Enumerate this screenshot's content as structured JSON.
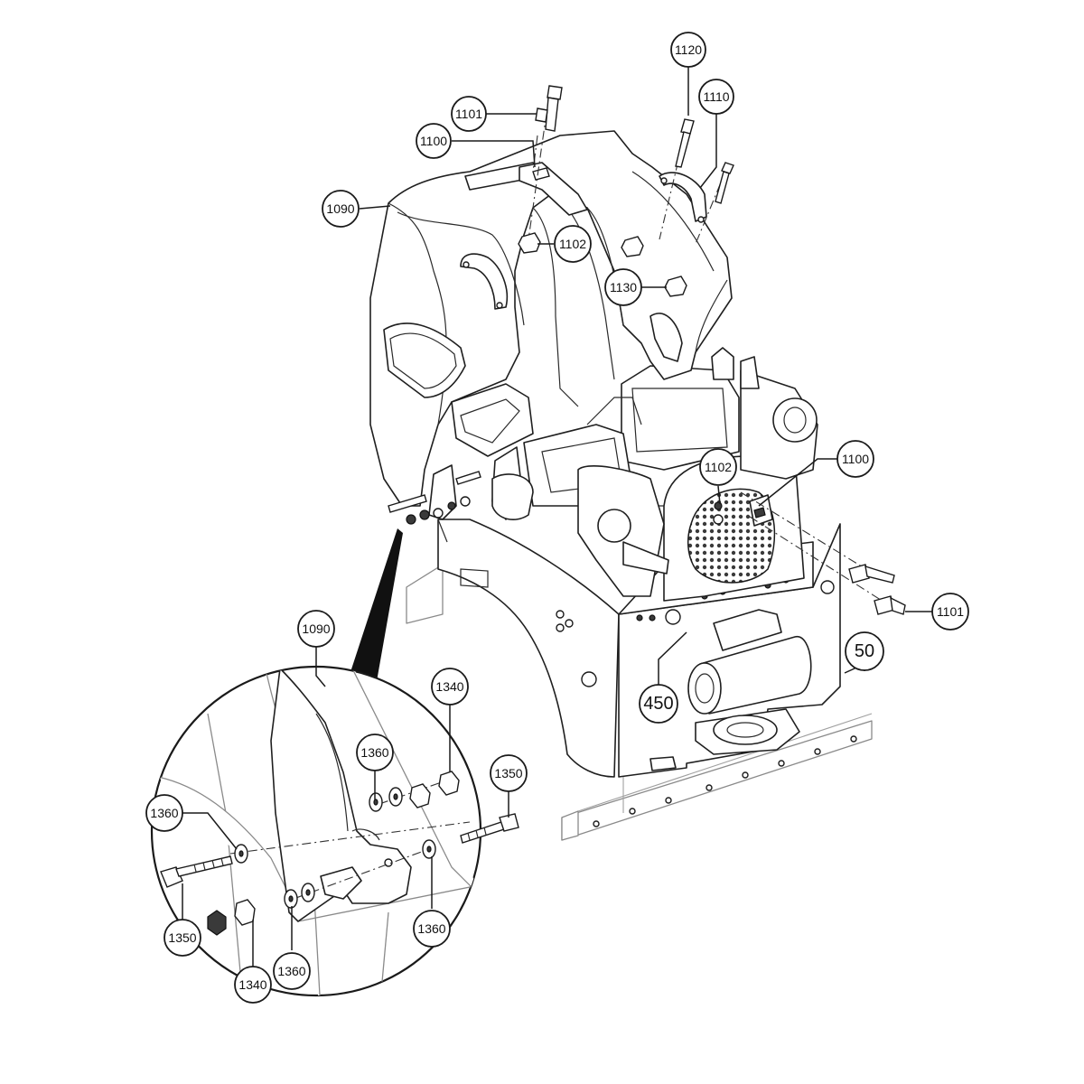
{
  "callouts": [
    {
      "id": "c1120a",
      "label": "1120"
    },
    {
      "id": "c1110",
      "label": "1110"
    },
    {
      "id": "c1101a",
      "label": "1101"
    },
    {
      "id": "c1100a",
      "label": "1100"
    },
    {
      "id": "c1090a",
      "label": "1090"
    },
    {
      "id": "c1102a",
      "label": "1102"
    },
    {
      "id": "c1130",
      "label": "1130"
    },
    {
      "id": "c1102b",
      "label": "1102"
    },
    {
      "id": "c1100b",
      "label": "1100"
    },
    {
      "id": "c1101b",
      "label": "1101"
    },
    {
      "id": "c50",
      "label": "50"
    },
    {
      "id": "c450",
      "label": "450"
    },
    {
      "id": "c1090b",
      "label": "1090"
    },
    {
      "id": "c1340a",
      "label": "1340"
    },
    {
      "id": "c1360a",
      "label": "1360"
    },
    {
      "id": "c1350a",
      "label": "1350"
    },
    {
      "id": "c1360b",
      "label": "1360"
    },
    {
      "id": "c1350b",
      "label": "1350"
    },
    {
      "id": "c1340b",
      "label": "1340"
    },
    {
      "id": "c1360c",
      "label": "1360"
    },
    {
      "id": "c1360d",
      "label": "1360"
    }
  ]
}
